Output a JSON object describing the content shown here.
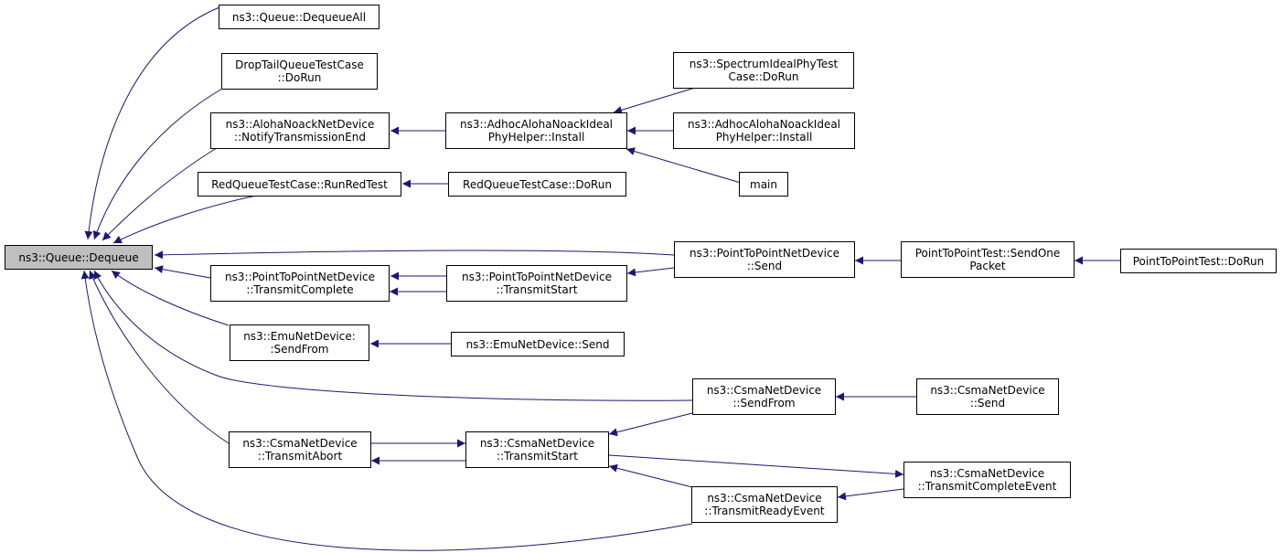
{
  "graph": {
    "edge_color": "#191970",
    "root_fill": "#bfbfbf",
    "nodes": {
      "dequeue": {
        "label1": "ns3::Queue::Dequeue",
        "label2": ""
      },
      "dequeueall": {
        "label1": "ns3::Queue::DequeueAll",
        "label2": ""
      },
      "droptail": {
        "label1": "DropTailQueueTestCase",
        "label2": "::DoRun"
      },
      "aloha_notify": {
        "label1": "ns3::AlohaNoackNetDevice",
        "label2": "::NotifyTransmissionEnd"
      },
      "redtest": {
        "label1": "RedQueueTestCase::RunRedTest",
        "label2": ""
      },
      "p2p_txcomplete": {
        "label1": "ns3::PointToPointNetDevice",
        "label2": "::TransmitComplete"
      },
      "emu_sendfrom": {
        "label1": "ns3::EmuNetDevice:",
        "label2": ":SendFrom"
      },
      "csma_txabort": {
        "label1": "ns3::CsmaNetDevice",
        "label2": "::TransmitAbort"
      },
      "adhoc_install": {
        "label1": "ns3::AdhocAlohaNoackIdeal",
        "label2": "PhyHelper::Install"
      },
      "red_dorun": {
        "label1": "RedQueueTestCase::DoRun",
        "label2": ""
      },
      "p2p_txstart": {
        "label1": "ns3::PointToPointNetDevice",
        "label2": "::TransmitStart"
      },
      "emu_send": {
        "label1": "ns3::EmuNetDevice::Send",
        "label2": ""
      },
      "csma_txstart": {
        "label1": "ns3::CsmaNetDevice",
        "label2": "::TransmitStart"
      },
      "spectrum": {
        "label1": "ns3::SpectrumIdealPhyTest",
        "label2": "Case::DoRun"
      },
      "adhoc_install2": {
        "label1": "ns3::AdhocAlohaNoackIdeal",
        "label2": "PhyHelper::Install"
      },
      "main": {
        "label1": "main",
        "label2": ""
      },
      "p2p_send": {
        "label1": "ns3::PointToPointNetDevice",
        "label2": "::Send"
      },
      "csma_sendfrom": {
        "label1": "ns3::CsmaNetDevice",
        "label2": "::SendFrom"
      },
      "csma_txready": {
        "label1": "ns3::CsmaNetDevice",
        "label2": "::TransmitReadyEvent"
      },
      "p2ptest_sendone": {
        "label1": "PointToPointTest::SendOne",
        "label2": "Packet"
      },
      "csma_send": {
        "label1": "ns3::CsmaNetDevice",
        "label2": "::Send"
      },
      "csma_txcomplete": {
        "label1": "ns3::CsmaNetDevice",
        "label2": "::TransmitCompleteEvent"
      },
      "p2ptest_dorun": {
        "label1": "PointToPointTest::DoRun",
        "label2": ""
      }
    }
  }
}
